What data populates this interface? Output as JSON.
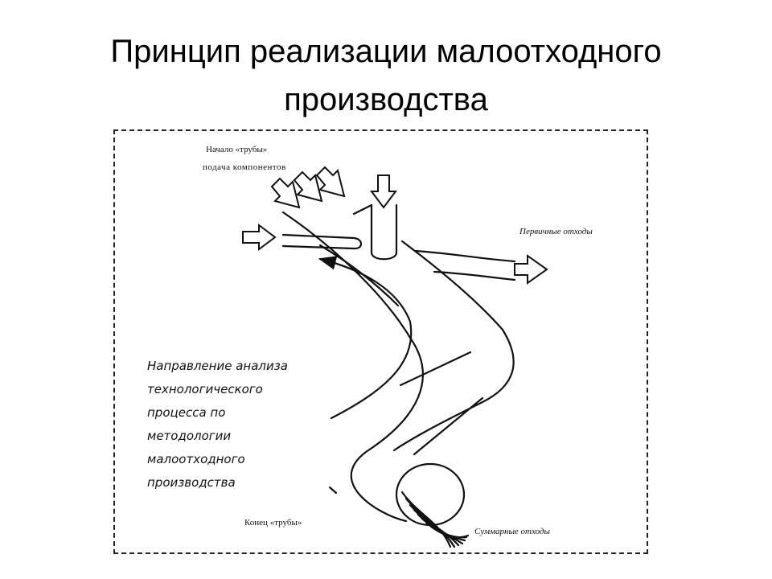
{
  "title": {
    "line1": "Принцип реализации малоотходного",
    "line2": "производства"
  },
  "labels": {
    "pipe_start_1": "Начало «трубы»",
    "pipe_start_2": "подача компонентов",
    "primary_waste": "Первичные отходы",
    "pipe_end": "Конец «трубы»",
    "total_waste": "Суммарные отходы"
  },
  "analysis_text": [
    "Направление анализа",
    "технологического",
    "процесса по",
    "методологии",
    "малоотходного",
    "производства"
  ],
  "colors": {
    "ink": "#111111",
    "frame": "#222222",
    "background": "#ffffff"
  }
}
